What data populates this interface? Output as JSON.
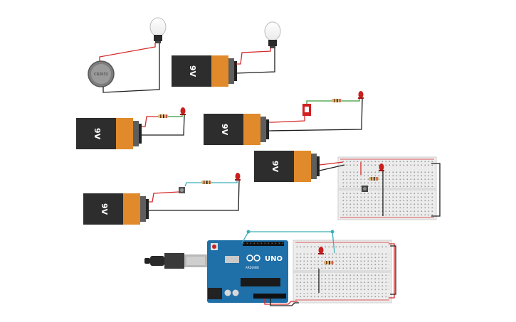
{
  "scene": {
    "battery_9v": {
      "label": "9V",
      "body_color": "#2d2d2d",
      "cap_color": "#e08a2c"
    },
    "coin_cell": {
      "label": "CR2032"
    },
    "arduino": {
      "logo": "UNO",
      "brand": "ARDUINO",
      "board_color": "#1f6fa8"
    },
    "colors": {
      "wire_red": "#d42a2a",
      "wire_black": "#1e1e1e",
      "wire_green": "#3a9a3a",
      "wire_teal": "#3bb0b8",
      "led_red": "#c81e1e",
      "switch_red": "#d32020",
      "breadboard": "#ececec"
    }
  }
}
